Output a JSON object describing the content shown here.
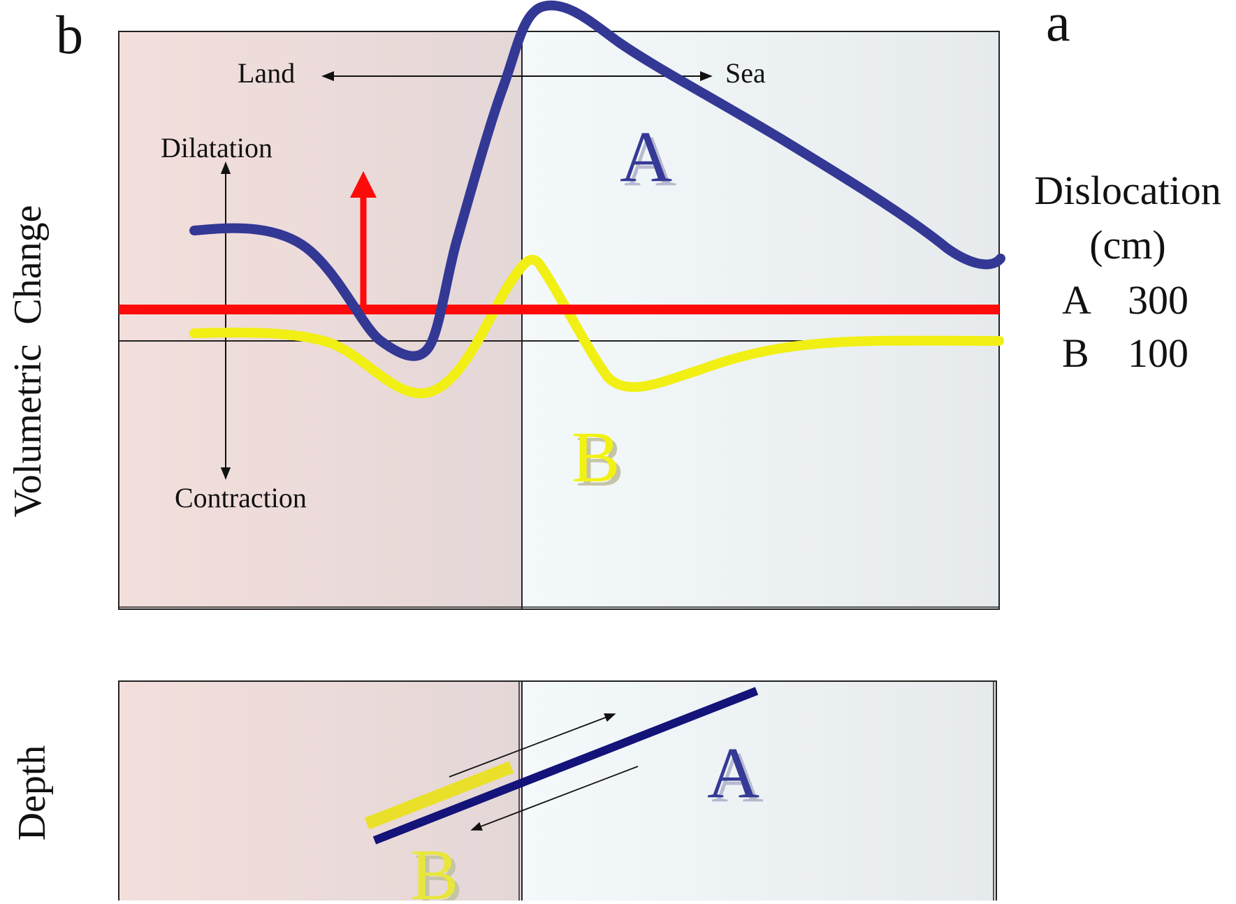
{
  "panel_labels": {
    "b": "b",
    "a": "a"
  },
  "direction": {
    "land": "Land",
    "sea": "Sea"
  },
  "strain": {
    "dilatation": "Dilatation",
    "contraction": "Contraction"
  },
  "axis_labels": {
    "volumetric": "Volumetric  Change",
    "depth": "Depth"
  },
  "curve_labels": {
    "a": "A",
    "b": "B"
  },
  "fault_labels": {
    "a": "A",
    "b": "B"
  },
  "legend": {
    "title_line1": "Dislocation",
    "title_line2": "(cm)",
    "rows": [
      {
        "key": "A",
        "value": "300"
      },
      {
        "key": "B",
        "value": "100"
      }
    ]
  },
  "colors": {
    "land_bg": "#f2dcdc",
    "sea_bg": "#eef4f6",
    "curve_a": "#353a96",
    "curve_b": "#f2f212",
    "reference": "#ff0a0a",
    "fault_a": "#13137a",
    "fault_b": "#eae02a"
  }
}
